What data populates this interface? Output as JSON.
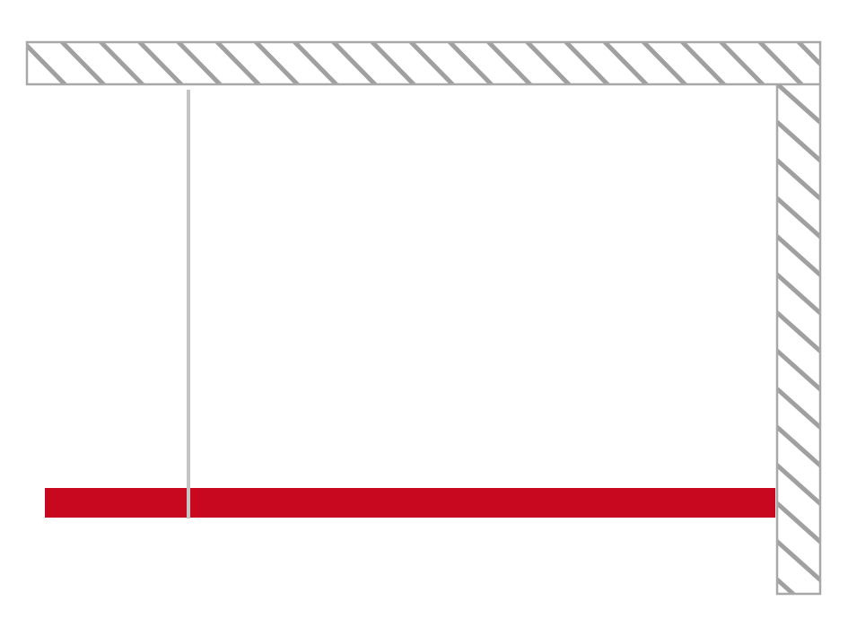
{
  "diagram": {
    "colors": {
      "background": "#ffffff",
      "wall_outline": "#a8a8a8",
      "wall_hatch": "#a0a0a0",
      "glass_panel": "#c8081e",
      "support_bar": "#c4c4c4"
    },
    "elements": [
      "wall-top-hatched",
      "wall-right-hatched",
      "glass-panel",
      "ceiling-support-bar"
    ]
  }
}
